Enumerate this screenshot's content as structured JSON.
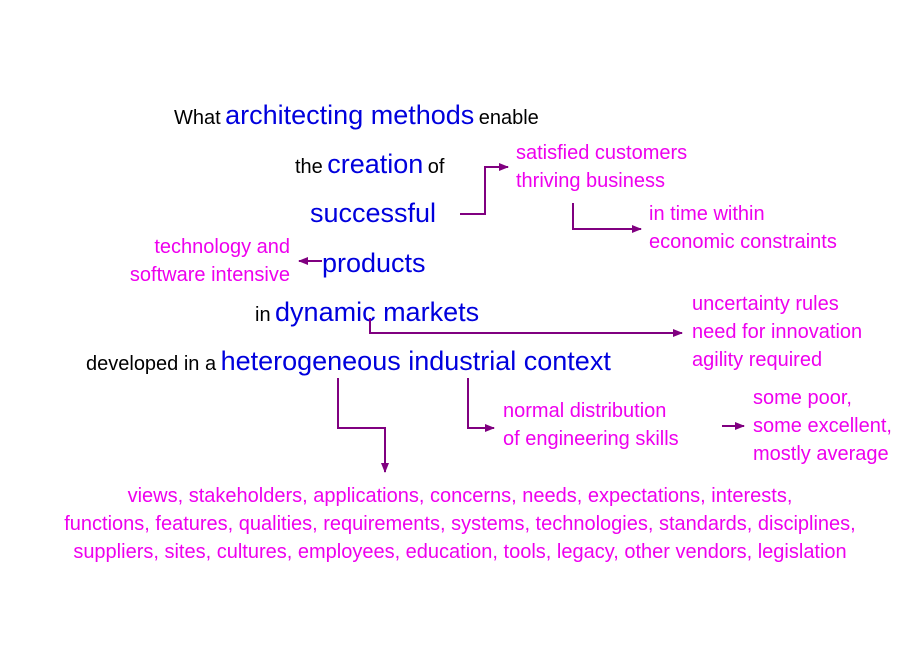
{
  "question": {
    "line1": {
      "pre": "What",
      "key": "architecting methods",
      "post": "enable"
    },
    "line2": {
      "pre": "the",
      "key": "creation",
      "post": "of"
    },
    "line3": {
      "key": "successful"
    },
    "line4": {
      "key": "products"
    },
    "line5": {
      "pre": "in",
      "key": "dynamic markets"
    },
    "line6": {
      "pre": "developed in a",
      "key": "heterogeneous industrial context"
    }
  },
  "notes": {
    "success": [
      "satisfied customers",
      "thriving business"
    ],
    "constraints": [
      "in time within",
      "economic constraints"
    ],
    "products": [
      "technology and",
      "software intensive"
    ],
    "markets": [
      "uncertainty rules",
      "need for innovation",
      "agility required"
    ],
    "skills": [
      "normal distribution",
      "of engineering skills"
    ],
    "skill_levels": [
      "some poor,",
      "some excellent,",
      "mostly average"
    ],
    "context": [
      "views, stakeholders, applications, concerns, needs, expectations, interests,",
      "functions, features, qualities, requirements, systems, technologies, standards, disciplines,",
      "suppliers, sites, cultures, employees, education, tools, legacy, other vendors, legislation"
    ]
  },
  "colors": {
    "keyword": "#0000dd",
    "note": "#ee00ee",
    "arrow": "#800080",
    "text": "#000000"
  }
}
